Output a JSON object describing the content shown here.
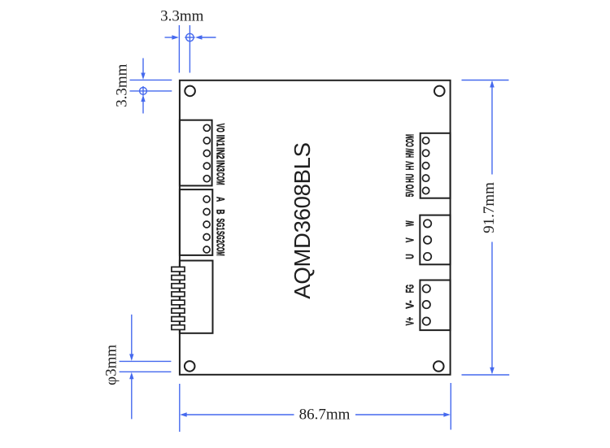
{
  "title": "AQMD3608BLS",
  "dimensions": {
    "hole_offset_x": "3.3mm",
    "hole_offset_y": "3.3mm",
    "board_height": "91.7mm",
    "board_width": "86.7mm",
    "hole_diameter": "φ3mm"
  },
  "connectors": {
    "io": {
      "pins": [
        "VO",
        "IN1",
        "IN2",
        "IN3",
        "COM"
      ]
    },
    "signal": {
      "pins": [
        "A",
        "B",
        "SG1",
        "SG2",
        "COM"
      ]
    },
    "header": {
      "pin_count": 8
    },
    "hall": {
      "pins": [
        "COM",
        "HW",
        "HV",
        "HU",
        "5VO"
      ]
    },
    "motor": {
      "pins": [
        "W",
        "V",
        "U"
      ]
    },
    "power": {
      "pins": [
        "FG",
        "V-",
        "V+"
      ]
    }
  },
  "colors": {
    "dimension_blue": "#4569ee",
    "line_ink": "#1f1f1f"
  }
}
